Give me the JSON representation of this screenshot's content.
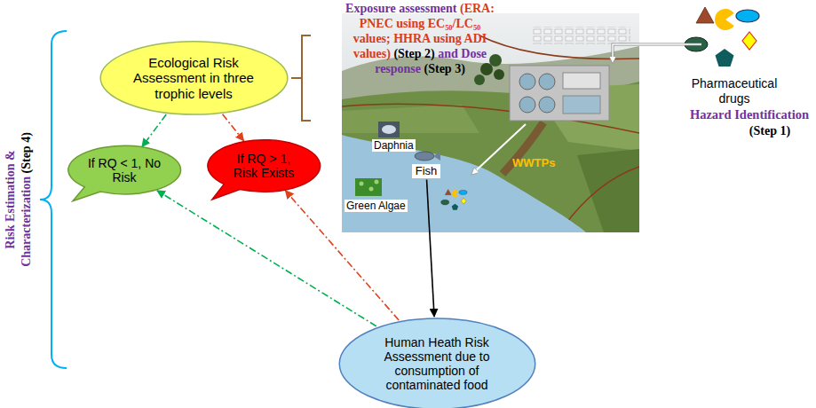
{
  "diagram": {
    "nodes": [
      {
        "text": [
          "Ecological Risk Assessment in three trophic levels"
        ]
      },
      {
        "text": [
          "If RQ < 1, No Risk"
        ]
      },
      {
        "text": [
          "If RQ > 1, Risk Exists"
        ]
      },
      {
        "text": [
          "Fish"
        ]
      },
      {
        "text": [
          "Human Heath Risk Assessment due to consumption of contaminated food"
        ]
      }
    ],
    "edges": [
      {
        "from": 0,
        "to": 1,
        "arrow": "to"
      },
      {
        "from": 0,
        "to": 2,
        "arrow": "to"
      },
      {
        "from": 3,
        "to": 4,
        "arrow": "to"
      },
      {
        "from": 4,
        "to": 1,
        "arrow": "to"
      },
      {
        "from": 4,
        "to": 2,
        "arrow": "to"
      }
    ],
    "labels": [
      "Exposure assessment",
      "(ERA: PNEC using EC₅₀/LC₅₀ values; HHRA using ADI values)",
      "(Step 2)",
      "and Dose response",
      "(Step 3)",
      "Pharmaceutical drugs",
      "Hazard Identification",
      "(Step 1)",
      "Daphnia",
      "Green Algae",
      "WWTPs",
      "Risk Estimation & Characterization",
      "(Step 4)"
    ]
  }
}
